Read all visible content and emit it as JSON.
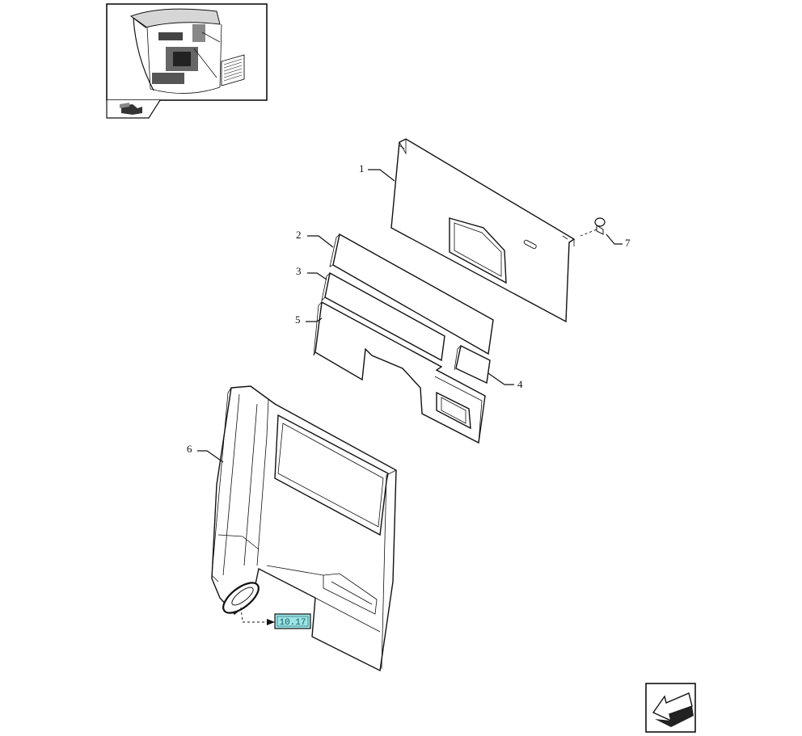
{
  "diagram": {
    "callouts": [
      {
        "id": "1",
        "label": "1"
      },
      {
        "id": "2",
        "label": "2"
      },
      {
        "id": "3",
        "label": "3"
      },
      {
        "id": "4",
        "label": "4"
      },
      {
        "id": "5",
        "label": "5"
      },
      {
        "id": "6",
        "label": "6"
      },
      {
        "id": "7",
        "label": "7"
      }
    ],
    "reference_box": {
      "label": "10.17",
      "fill": "#9fe3e3"
    },
    "icons": {
      "thumbnail": "cab-overview-thumbnail",
      "tab": "book-arrow-icon",
      "nav": "next-page-arrow-icon"
    }
  }
}
